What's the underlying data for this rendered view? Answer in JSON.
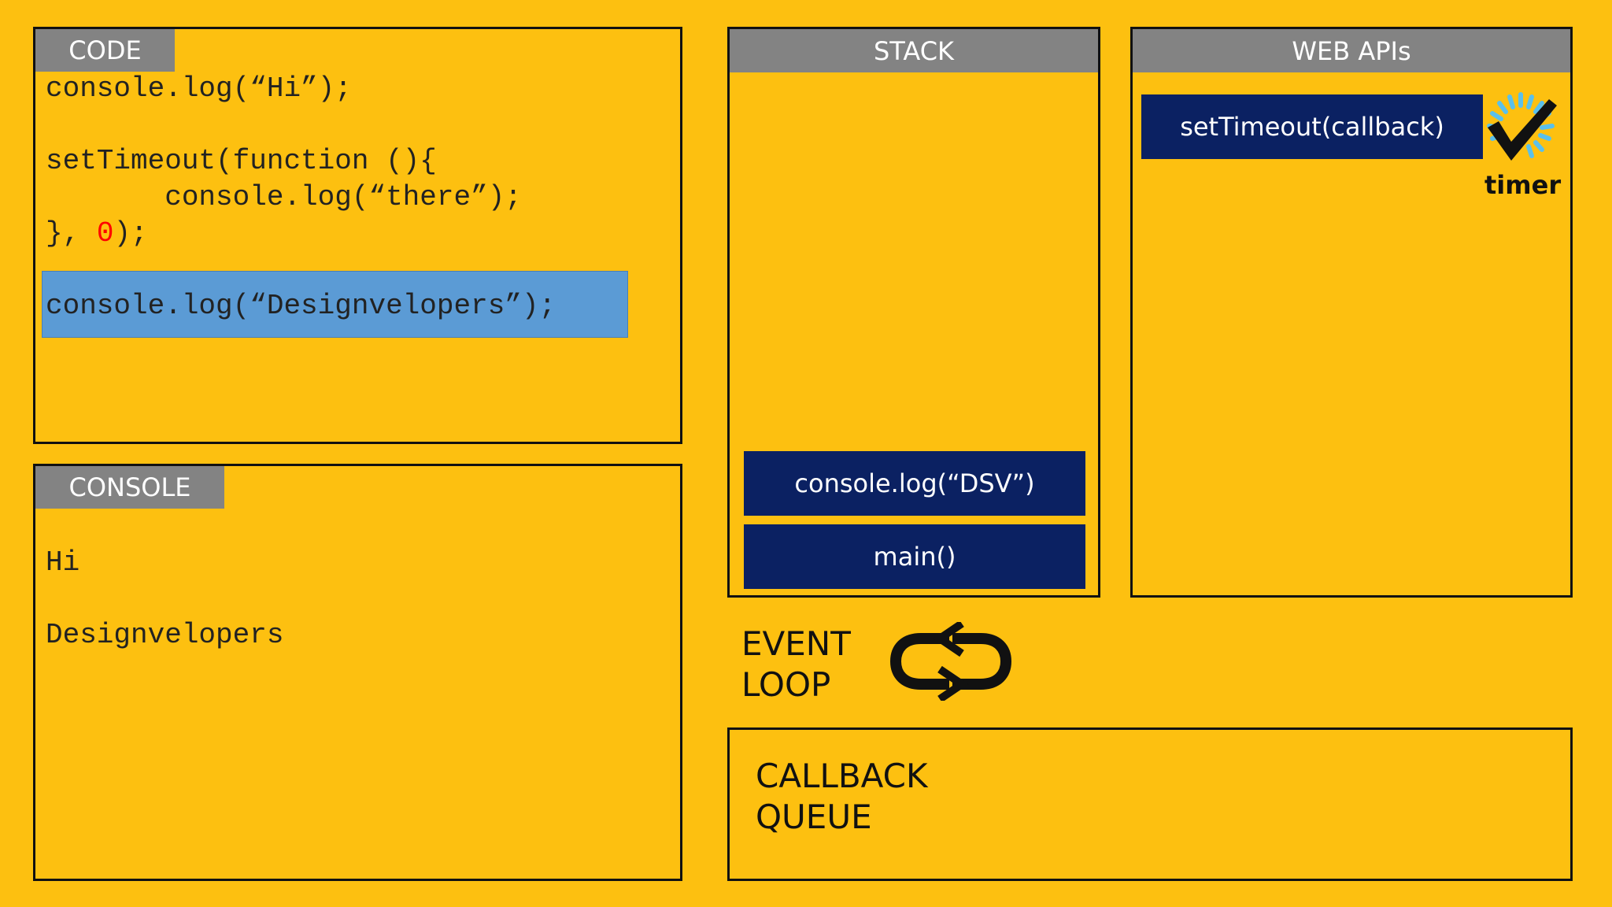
{
  "code": {
    "title": "CODE",
    "lines": [
      "console.log(“Hi”);",
      "setTimeout(function (){",
      "       console.log(“there”);",
      "},",
      "0",
      ");",
      "console.log(“Designvelopers”);"
    ]
  },
  "console": {
    "title": "CONSOLE",
    "outputs": [
      "Hi",
      "Designvelopers"
    ]
  },
  "stack": {
    "title": "STACK",
    "frames": [
      "console.log(“DSV”)",
      "main()"
    ]
  },
  "web_apis": {
    "title": "WEB APIs",
    "item": "setTimeout(callback)",
    "timer_label": "timer",
    "timer_icon": "timer-check-icon"
  },
  "event_loop": {
    "line1": "EVENT",
    "line2": "LOOP",
    "icon": "loop-arrows-icon"
  },
  "callback_queue": {
    "line1": "CALLBACK",
    "line2": "QUEUE"
  },
  "colors": {
    "background": "#FDC010",
    "header": "#838383",
    "stack_frame": "#0B2162",
    "highlight": "#5B9BD5",
    "literal_zero": "#FF0000"
  }
}
